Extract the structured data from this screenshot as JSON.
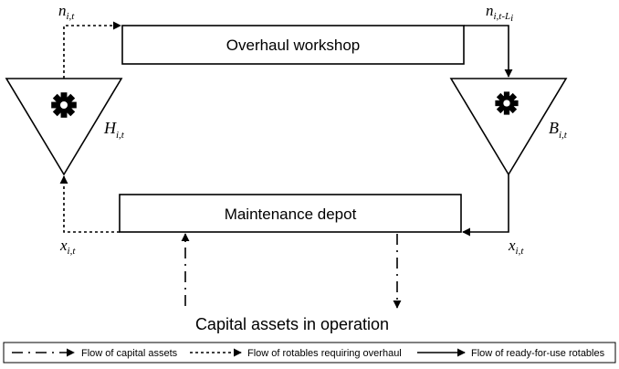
{
  "boxes": {
    "overhaul_workshop": "Overhaul workshop",
    "maintenance_depot": "Maintenance depot"
  },
  "caption": "Capital assets in operation",
  "variables": {
    "n_top_left": {
      "base": "n",
      "sub": "i,t"
    },
    "n_top_right": {
      "base": "n",
      "sub": "i,t-L",
      "sub2": "i"
    },
    "h_left": {
      "base": "H",
      "sub": "i,t"
    },
    "b_right": {
      "base": "B",
      "sub": "i,t"
    },
    "x_left": {
      "base": "x",
      "sub": "i,t"
    },
    "x_right": {
      "base": "x",
      "sub": "i,t"
    }
  },
  "legend": {
    "capital_assets": "Flow of capital assets",
    "rotables_overhaul": "Flow of rotables requiring overhaul",
    "ready_rotables": "Flow of ready-for-use rotables"
  },
  "icons": {
    "left_inventory": "gear-icon",
    "right_inventory": "gear-icon"
  }
}
